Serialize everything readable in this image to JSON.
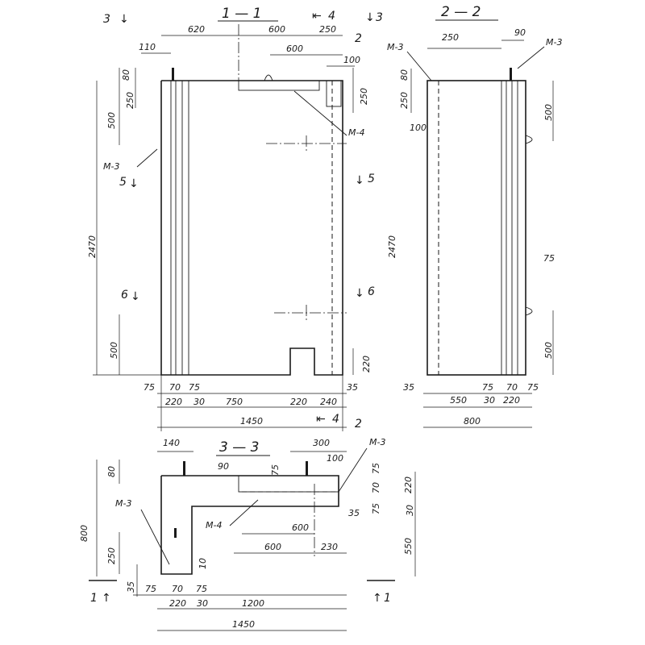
{
  "colors": {
    "ink": "#1a1a1a",
    "paper": "#ffffff"
  },
  "section_1_1": {
    "title": "1 — 1",
    "dims_top": [
      "620",
      "600",
      "250",
      "110",
      "600",
      "100"
    ],
    "dims_left": [
      "80",
      "250",
      "500",
      "2470",
      "500"
    ],
    "dims_right": [
      "250",
      "220"
    ],
    "dims_bottom_row1": [
      "75",
      "70",
      "75",
      "35"
    ],
    "dims_bottom_row2": [
      "220",
      "30",
      "750",
      "220",
      "240"
    ],
    "dims_overall": "1450",
    "labels": {
      "m3": "М-3",
      "m4": "М-4"
    },
    "cut_marks": [
      "3",
      "4",
      "3",
      "2",
      "5",
      "5",
      "6",
      "6",
      "4",
      "2"
    ]
  },
  "section_2_2": {
    "title": "2 — 2",
    "dims_top": [
      "250",
      "90"
    ],
    "dims_left": [
      "80",
      "250",
      "100",
      "2470"
    ],
    "dims_right": [
      "500",
      "75",
      "500"
    ],
    "dims_bottom_row1": [
      "35",
      "75",
      "70",
      "75"
    ],
    "dims_bottom_row2": [
      "550",
      "30",
      "220"
    ],
    "dims_overall": "800",
    "labels": {
      "m3_left": "М-3",
      "m3_right": "М-3"
    }
  },
  "section_3_3": {
    "title": "3 — 3",
    "dims_top": [
      "140",
      "300",
      "100"
    ],
    "dims_left": [
      "80",
      "800",
      "250",
      "35"
    ],
    "dims_inner": [
      "90",
      "75",
      "75",
      "70",
      "75",
      "35",
      "600",
      "600",
      "230",
      "10"
    ],
    "dims_right": [
      "220",
      "30",
      "550"
    ],
    "dims_bottom_row1": [
      "75",
      "70",
      "75"
    ],
    "dims_bottom_row2": [
      "220",
      "30",
      "1200"
    ],
    "dims_overall": "1450",
    "labels": {
      "m3_top": "М-3",
      "m3_left": "М-3",
      "m4": "М-4"
    },
    "cut_marks": [
      "1",
      "1"
    ]
  }
}
